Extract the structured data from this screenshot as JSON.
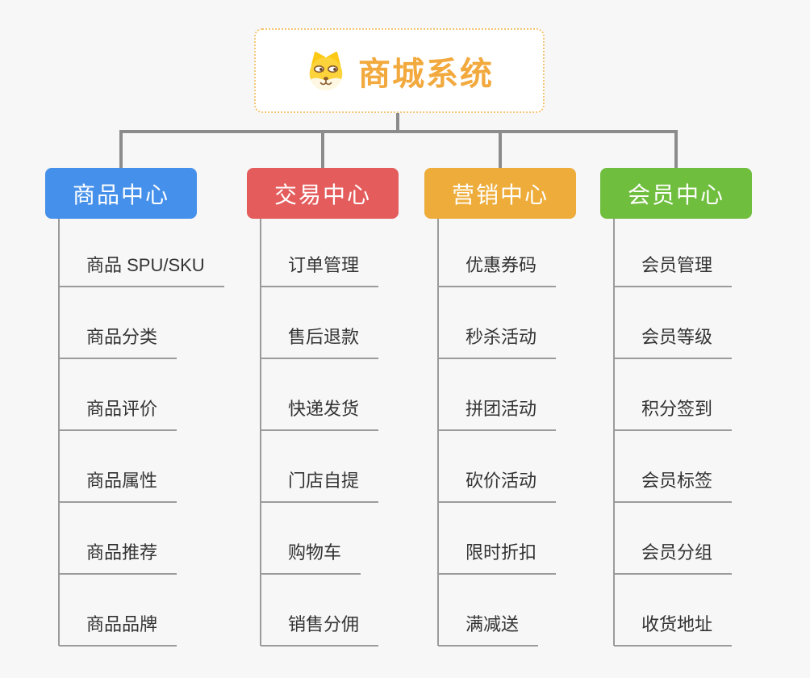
{
  "canvas": {
    "background_color": "#f7f7f7",
    "connector_color": "#8c8c8c",
    "underline_color": "#9b9b9b",
    "item_text_color": "#333333"
  },
  "root": {
    "title": "商城系统",
    "title_color": "#f2a93d",
    "border_color": "#f4c474",
    "icon": "shiba-dog-icon"
  },
  "branches": [
    {
      "label": "商品中心",
      "color": "#4590ea",
      "items": [
        "商品 SPU/SKU",
        "商品分类",
        "商品评价",
        "商品属性",
        "商品推荐",
        "商品品牌"
      ]
    },
    {
      "label": "交易中心",
      "color": "#e45c5c",
      "items": [
        "订单管理",
        "售后退款",
        "快递发货",
        "门店自提",
        "购物车",
        "销售分佣"
      ]
    },
    {
      "label": "营销中心",
      "color": "#eeac3a",
      "items": [
        "优惠券码",
        "秒杀活动",
        "拼团活动",
        "砍价活动",
        "限时折扣",
        "满减送"
      ]
    },
    {
      "label": "会员中心",
      "color": "#6fbe3e",
      "items": [
        "会员管理",
        "会员等级",
        "积分签到",
        "会员标签",
        "会员分组",
        "收货地址"
      ]
    }
  ]
}
